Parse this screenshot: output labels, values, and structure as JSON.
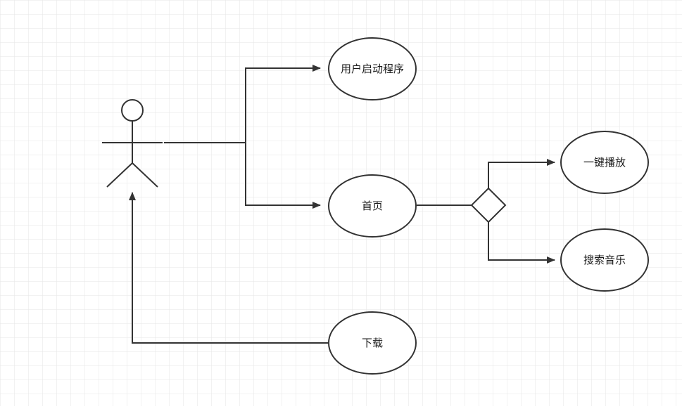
{
  "diagram": {
    "type": "use-case",
    "actor": {
      "name": ""
    },
    "use_cases": [
      {
        "id": "launch",
        "label": "用户启动程序"
      },
      {
        "id": "home",
        "label": "首页"
      },
      {
        "id": "oneclick",
        "label": "一键播放"
      },
      {
        "id": "search",
        "label": "搜索音乐"
      },
      {
        "id": "download",
        "label": "下载"
      }
    ],
    "connections": [
      {
        "from": "actor",
        "to": "launch",
        "arrow": true
      },
      {
        "from": "actor",
        "to": "home",
        "arrow": true
      },
      {
        "from": "home",
        "to": "decision",
        "arrow": false
      },
      {
        "from": "decision",
        "to": "oneclick",
        "arrow": true
      },
      {
        "from": "decision",
        "to": "search",
        "arrow": true
      },
      {
        "from": "download",
        "to": "actor",
        "arrow": true
      }
    ],
    "colors": {
      "stroke": "#333333",
      "fill": "#ffffff",
      "grid": "#e6e6e6"
    }
  }
}
